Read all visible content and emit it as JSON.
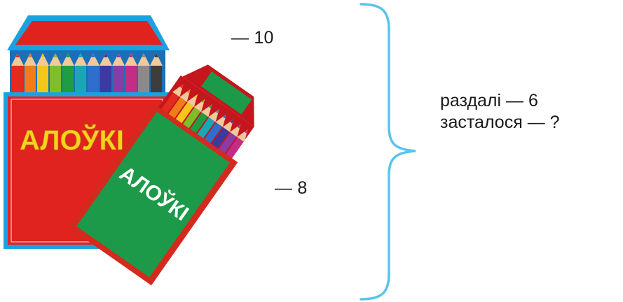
{
  "illustration": {
    "box_red_label": "АЛОЎКІ",
    "box_green_label": "АЛОЎКІ",
    "box_red_count": "— 10",
    "box_green_count": "— 8"
  },
  "problem": {
    "given_line": "раздалі — 6",
    "question_line": "засталося — ?"
  },
  "colors": {
    "red_box": "#e0231f",
    "green_box": "#1c9a4a",
    "brace": "#5ac4ea",
    "lid_blue": "#1aa2e0"
  },
  "pencil_colors": [
    "#e32b22",
    "#f07d17",
    "#f6c51b",
    "#7bbf2a",
    "#1f9d43",
    "#19a7b5",
    "#2d6fcb",
    "#3b3aa3",
    "#8b3ba5",
    "#c52c86",
    "#8a8a8a",
    "#3d3d3d"
  ]
}
